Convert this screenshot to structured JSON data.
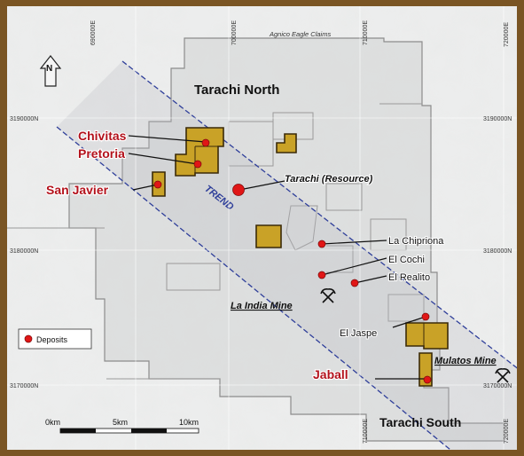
{
  "map": {
    "top_label": "Agnico Eagle Claims",
    "regions": {
      "north": "Tarachi North",
      "south": "Tarachi South"
    },
    "trend_label": "TREND",
    "grid": {
      "easting_top": [
        "690000E",
        "700000E",
        "710000E",
        "720000E"
      ],
      "easting_bottom": [
        "710000E",
        "720000E"
      ],
      "northing_left": [
        "3190000N",
        "3180000N",
        "3170000N"
      ],
      "northing_right": [
        "3190000N",
        "3180000N",
        "3170000N"
      ]
    },
    "deposits_red": [
      {
        "label": "Chivitas"
      },
      {
        "label": "Pretoria"
      },
      {
        "label": "San Javier"
      },
      {
        "label": "Jaball"
      }
    ],
    "deposits_dark": [
      {
        "label": "Tarachi (Resource)"
      },
      {
        "label": "La Chipriona"
      },
      {
        "label": "El Cochi"
      },
      {
        "label": "El Realito"
      },
      {
        "label": "El Jaspe"
      }
    ],
    "mines": [
      {
        "label": "La India Mine"
      },
      {
        "label": "Mulatos Mine"
      }
    ],
    "legend": {
      "deposits": "Deposits"
    },
    "scale": {
      "labels": [
        "0km",
        "5km",
        "10km"
      ]
    },
    "colors": {
      "claim_fill": "#c9a227",
      "claim_stroke": "#3b2a08",
      "deposit": "#e01616",
      "red_label": "#b3121c",
      "trend": "#2f3f9a",
      "frame": "#7a5524"
    },
    "icons": {
      "north_arrow": "north-arrow-icon",
      "mine": "mine-pickaxe-icon"
    }
  }
}
